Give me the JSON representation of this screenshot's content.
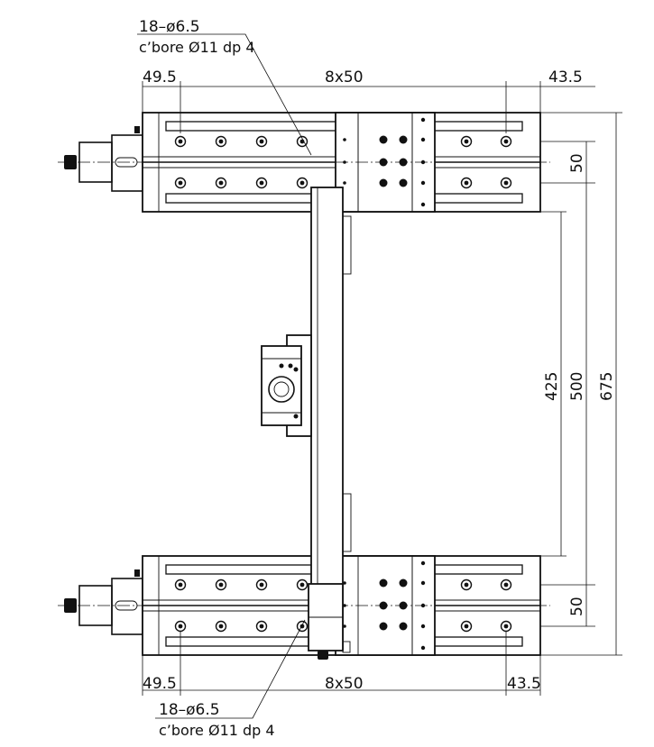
{
  "drawing": {
    "top_callout": {
      "line1": "18–ø6.5",
      "line2": "c’bore Ø11 dp 4"
    },
    "bottom_callout": {
      "line1": "18–ø6.5",
      "line2": "c’bore Ø11 dp 4"
    },
    "top_dims": {
      "left": "49.5",
      "pitch": "8x50",
      "right": "43.5"
    },
    "bottom_dims": {
      "left": "49.5",
      "pitch": "8x50",
      "right": "43.5"
    },
    "vertical_dims": {
      "spacing_top": "50",
      "spacing_bottom": "50",
      "stroke": "425",
      "inner": "500",
      "overall": "675"
    }
  }
}
